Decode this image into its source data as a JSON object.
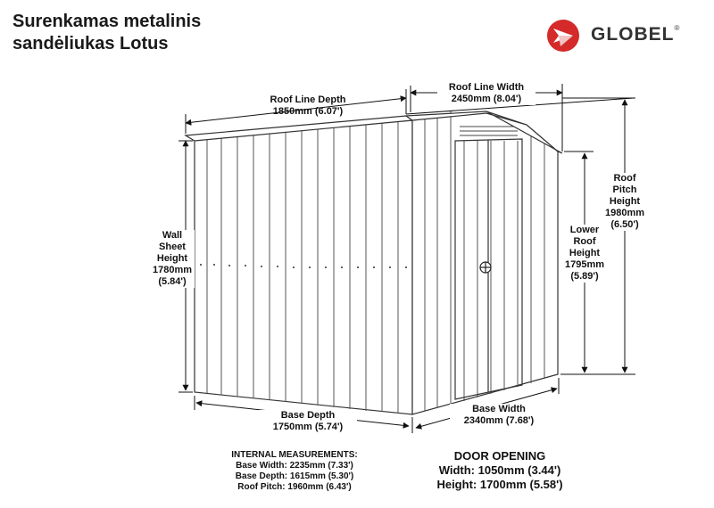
{
  "title": {
    "line1": "Surenkamas metalinis",
    "line2": "sandėliukas Lotus"
  },
  "brand": {
    "name": "GLOBEL",
    "mark": "®",
    "color": "#d42a2a"
  },
  "dimensions": {
    "roof_line_depth": {
      "label": "Roof Line Depth",
      "value": "1850mm (6.07')"
    },
    "roof_line_width": {
      "label": "Roof Line Width",
      "value": "2450mm (8.04')"
    },
    "wall_sheet_height": {
      "l1": "Wall",
      "l2": "Sheet",
      "l3": "Height",
      "value1": "1780mm",
      "value2": "(5.84')"
    },
    "lower_roof_height": {
      "l1": "Lower",
      "l2": "Roof",
      "l3": "Height",
      "value1": "1795mm",
      "value2": "(5.89')"
    },
    "roof_pitch_height": {
      "l1": "Roof",
      "l2": "Pitch",
      "l3": "Height",
      "value1": "1980mm",
      "value2": "(6.50')"
    },
    "base_depth": {
      "label": "Base Depth",
      "value": "1750mm (5.74')"
    },
    "base_width": {
      "label": "Base Width",
      "value": "2340mm (7.68')"
    }
  },
  "internal": {
    "heading": "INTERNAL MEASUREMENTS:",
    "base_width": "Base Width: 2235mm (7.33')",
    "base_depth": "Base Depth: 1615mm (5.30')",
    "roof_pitch": "Roof Pitch: 1960mm (6.43')"
  },
  "door": {
    "heading": "DOOR OPENING",
    "width": "Width: 1050mm (3.44')",
    "height": "Height: 1700mm (5.58')"
  }
}
